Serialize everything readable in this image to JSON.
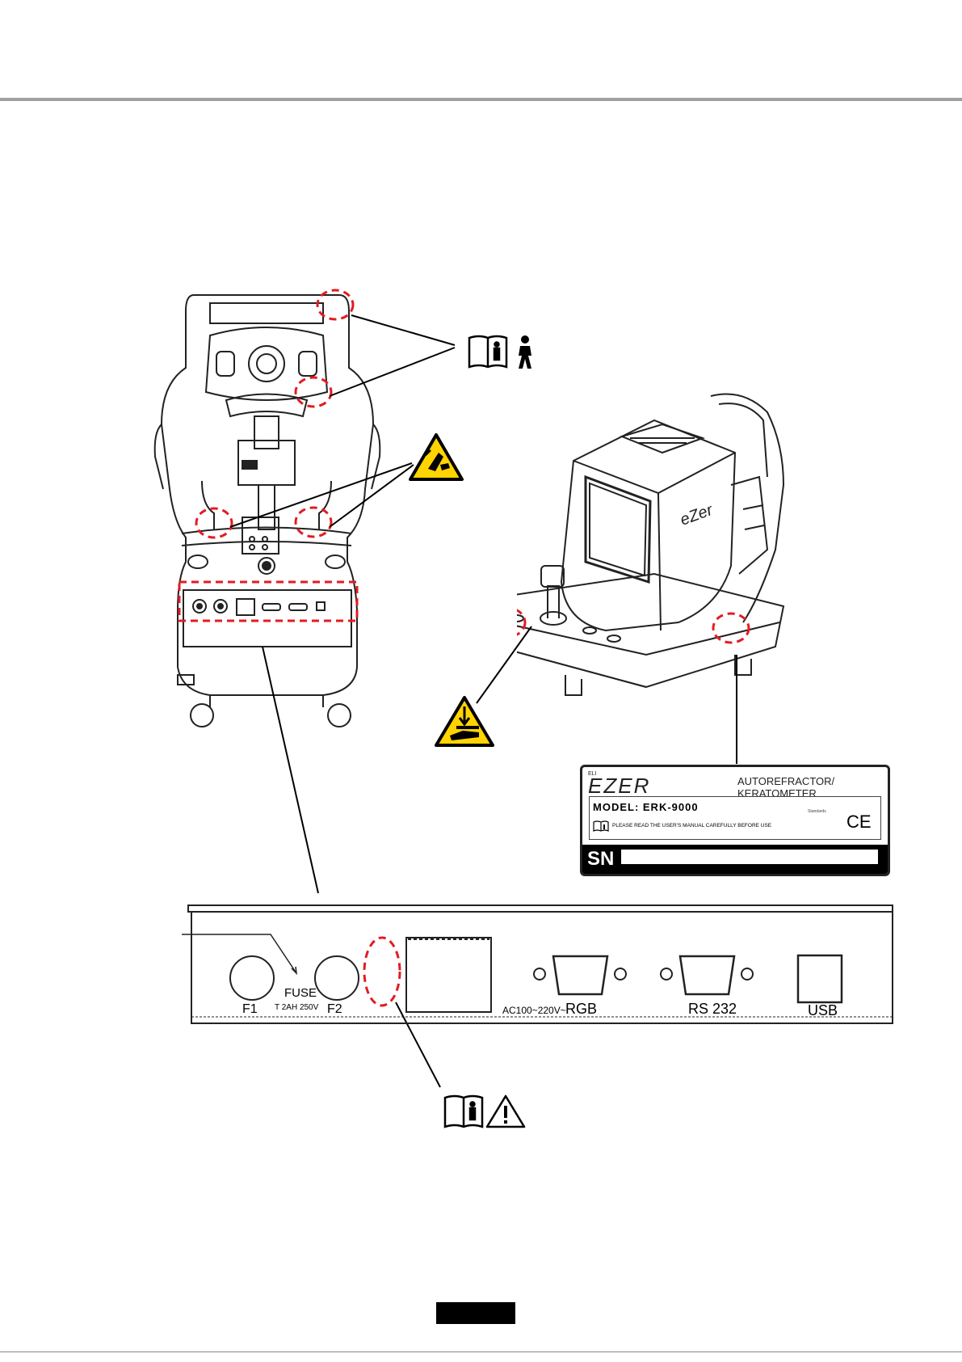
{
  "label": {
    "brand_small": "ELI",
    "brand": "EZER",
    "product": "AUTOREFRACTOR/ KERATOMETER",
    "model": "MODEL: ERK-9000",
    "notice": "PLEASE READ THE USER'S MANUAL CAREFULLY BEFORE USE",
    "standards": "Standards",
    "ce": "CE",
    "sn": "SN"
  },
  "panel": {
    "f1": "F1",
    "f2": "F2",
    "fuse": "FUSE",
    "fuse_rating": "T 2AH 250V",
    "power": "AC100~220V~",
    "rgb": "RGB",
    "rs232": "RS 232",
    "usb": "USB"
  },
  "colors": {
    "callout": "#e31b23",
    "warning_yellow": "#ffd400"
  },
  "icons": [
    "manual-info-icon",
    "type-b-body-icon",
    "crush-hazard-icon",
    "hand-pinch-hazard-icon",
    "caution-triangle-icon"
  ]
}
